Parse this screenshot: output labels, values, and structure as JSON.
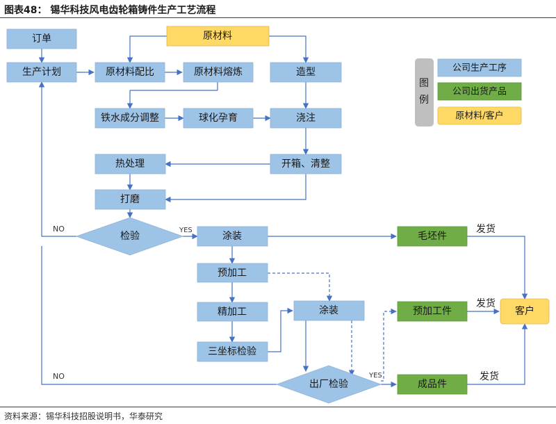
{
  "title": "图表48： 锡华科技风电齿轮箱铸件生产工艺流程",
  "source": "资料来源：锡华科技招股说明书，华泰研究",
  "colors": {
    "process": "#9dc3e6",
    "product": "#70ad47",
    "material": "#ffd966",
    "legend_box": "#bfbfbf",
    "line": "#4472c4"
  },
  "nodes": {
    "order": "订单",
    "production_plan": "生产计划",
    "raw_material": "原材料",
    "raw_ratio": "原材料配比",
    "raw_melting": "原材料熔炼",
    "molding": "造型",
    "iron_adjust": "铁水成分调整",
    "spheroidize": "球化孕育",
    "pouring": "浇注",
    "heat_treat": "热处理",
    "open_clean": "开箱、清整",
    "grinding": "打磨",
    "inspection": "检验",
    "coating1": "涂装",
    "blank_part": "毛坯件",
    "pre_machining": "预加工",
    "fine_machining": "精加工",
    "cmm_inspection": "三坐标检验",
    "coating2": "涂装",
    "pre_machined_part": "预加工件",
    "customer": "客户",
    "factory_inspection": "出厂检验",
    "finished_part": "成品件"
  },
  "edge_labels": {
    "no1": "NO",
    "yes1": "YES",
    "no2": "NO",
    "yes2": "YES",
    "ship1": "发货",
    "ship2": "发货",
    "ship3": "发货"
  },
  "legend": {
    "heading_1": "图",
    "heading_2": "例",
    "process": "公司生产工序",
    "product": "公司出货产品",
    "material": "原材料/客户"
  }
}
